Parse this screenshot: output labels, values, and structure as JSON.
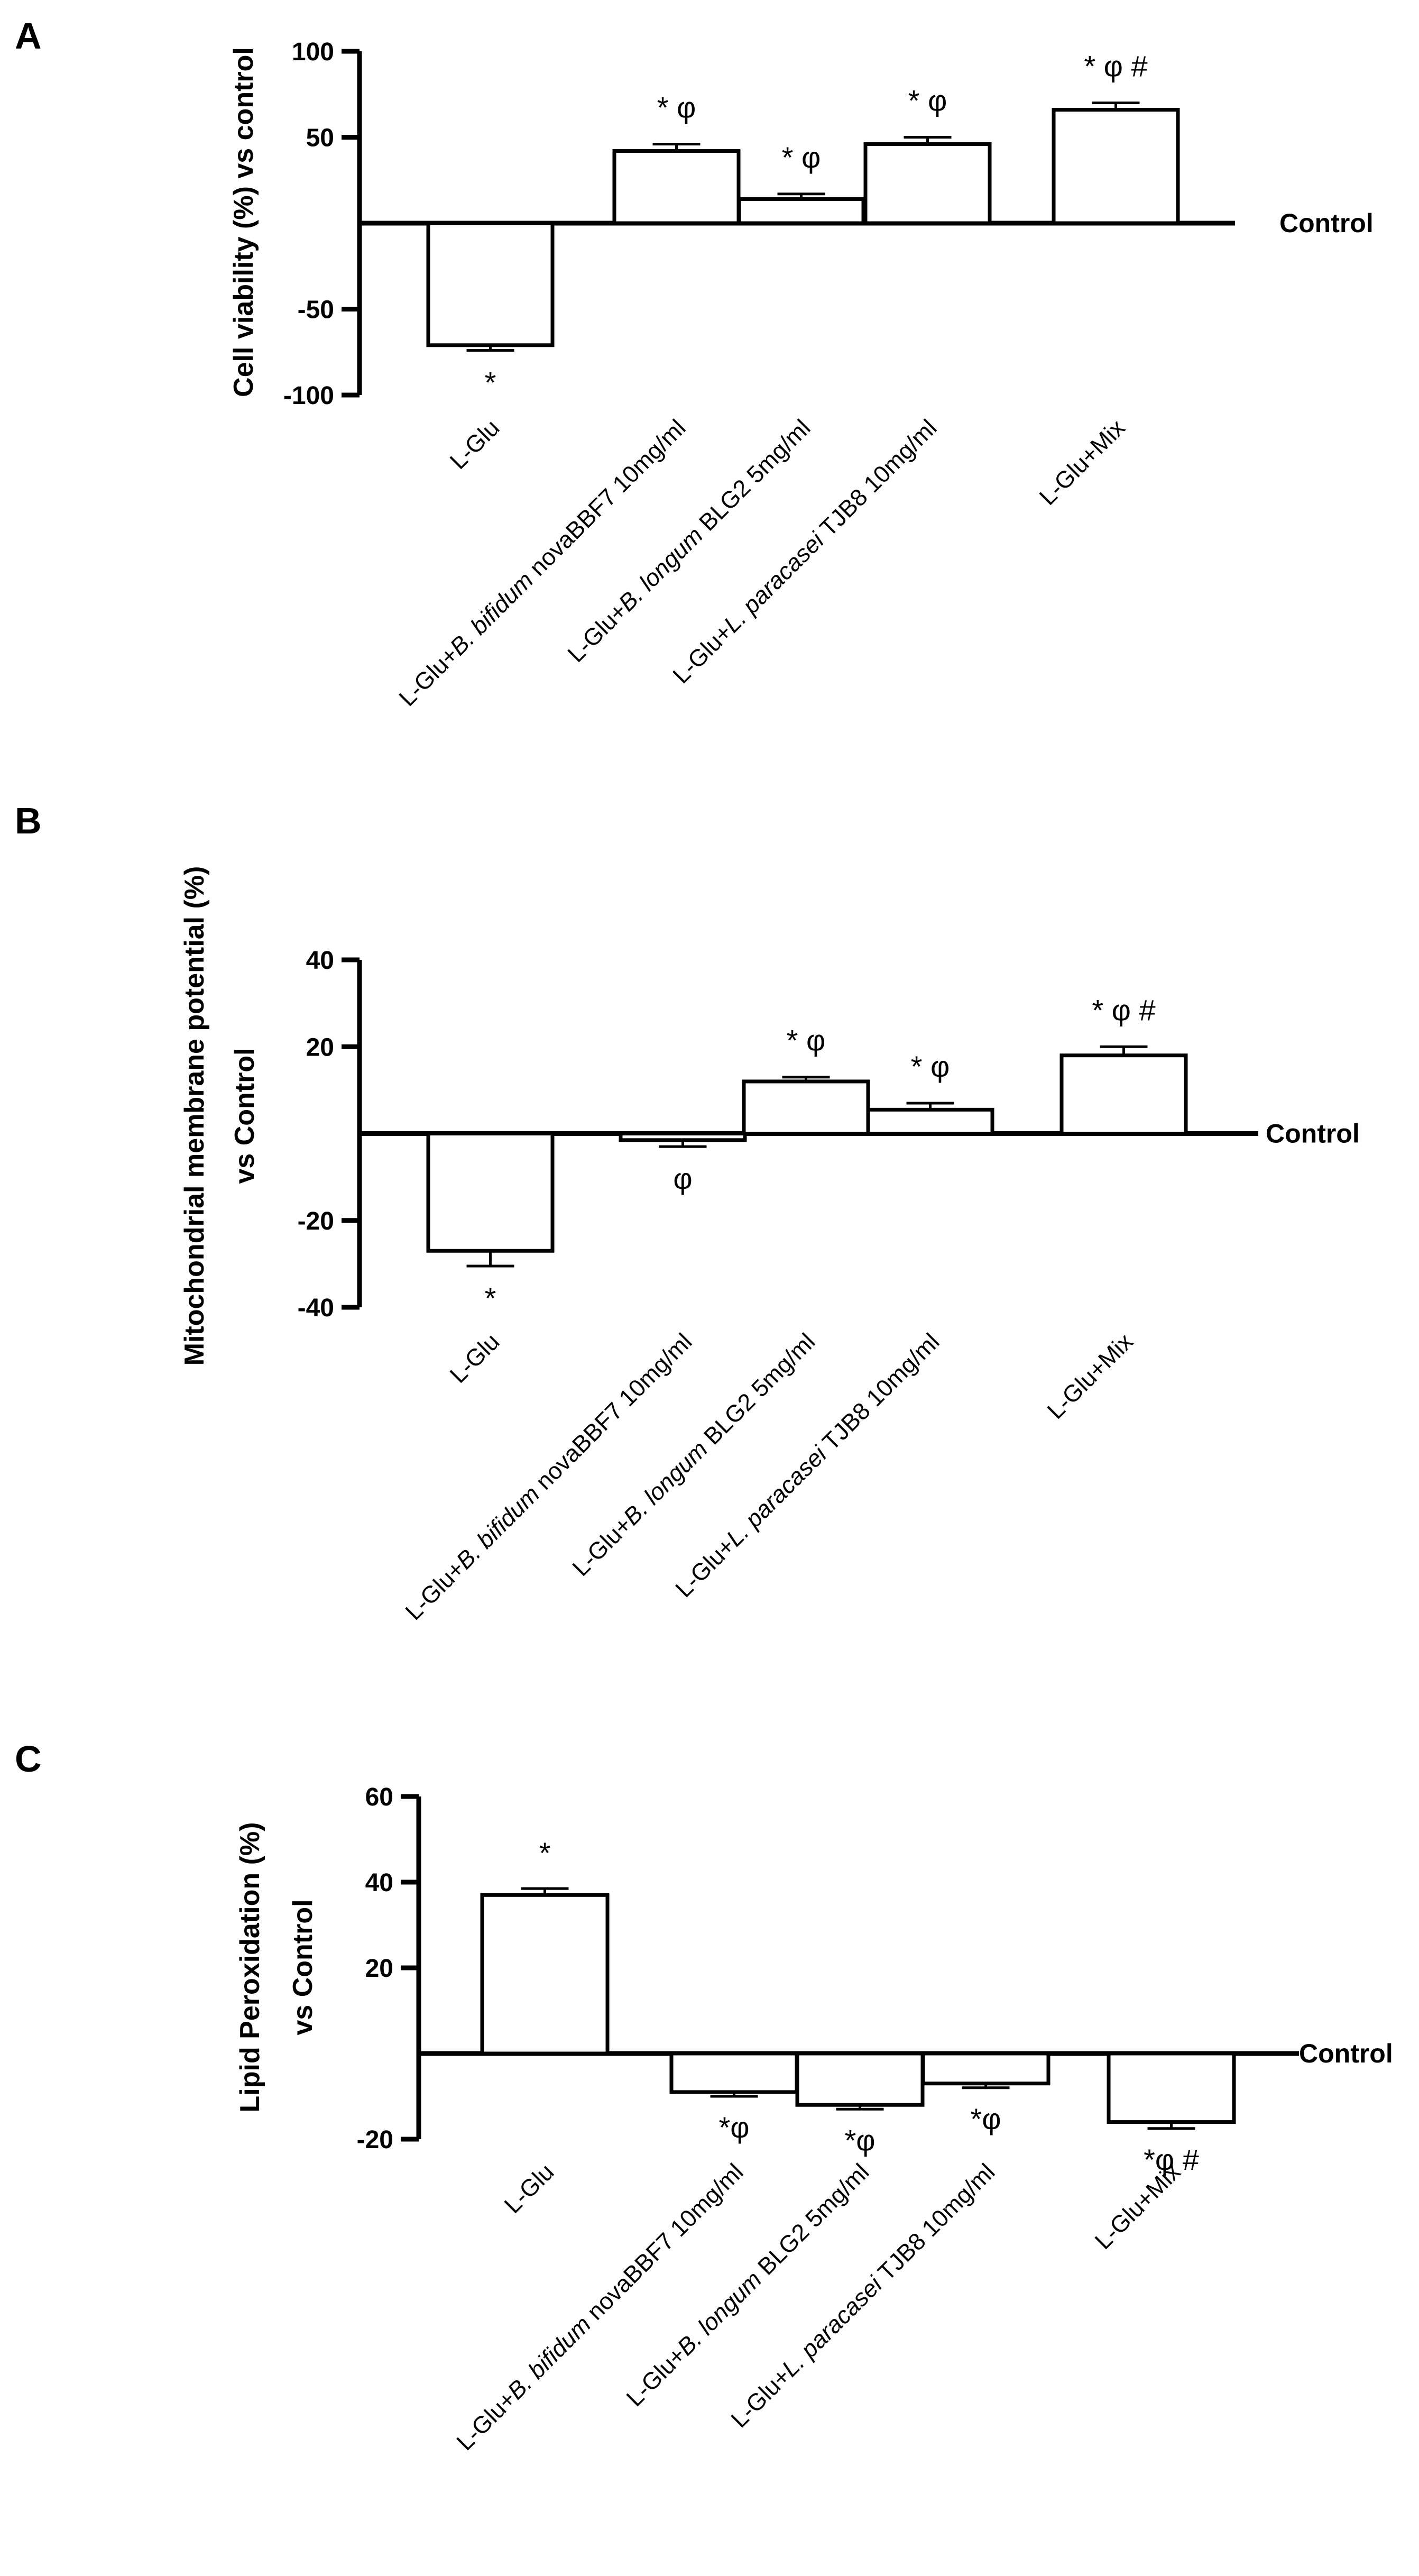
{
  "chart_data": [
    {
      "type": "bar",
      "panel_label": "A",
      "categories": [
        "L-Glu",
        "L-Glu+B. bifidum novaBBF7 10mg/ml",
        "L-Glu+B. longum BLG2 5mg/ml",
        "L-Glu+L. paracasei TJB8 10mg/ml",
        "L-Glu+Mix"
      ],
      "values": [
        -71,
        42,
        14,
        46,
        66
      ],
      "errors": [
        3,
        4,
        3,
        4,
        4
      ],
      "annotations": [
        "*",
        "* φ",
        "* φ",
        "* φ",
        "* φ #"
      ],
      "ylabel": "Cell viability (%) vs control",
      "ylabel_lines": [
        "Cell viability (%) vs control"
      ],
      "yticks": [
        "-100",
        "-50",
        "50",
        "100"
      ],
      "ytick_values": [
        -100,
        -50,
        50,
        100
      ],
      "ylim": [
        -100,
        100
      ],
      "baseline_label": "Control",
      "grid": false
    },
    {
      "type": "bar",
      "panel_label": "B",
      "categories": [
        "L-Glu",
        "L-Glu+B. bifidum novaBBF7 10mg/ml",
        "L-Glu+B. longum BLG2 5mg/ml",
        "L-Glu+L. paracasei TJB8 10mg/ml",
        "L-Glu+Mix"
      ],
      "values": [
        -27,
        -1.5,
        12,
        5.5,
        18
      ],
      "errors": [
        3.5,
        1.5,
        1,
        1.5,
        2
      ],
      "annotations": [
        "*",
        "φ",
        "* φ",
        "* φ",
        "* φ #"
      ],
      "ylabel": "Mitochondrial membrane potential (%) vs Control",
      "ylabel_lines": [
        "Mitochondrial membrane potential (%)",
        "vs Control"
      ],
      "yticks": [
        "-40",
        "-20",
        "20",
        "40"
      ],
      "ytick_values": [
        -40,
        -20,
        20,
        40
      ],
      "ylim": [
        -40,
        40
      ],
      "baseline_label": "Control",
      "grid": false
    },
    {
      "type": "bar",
      "panel_label": "C",
      "categories": [
        "L-Glu",
        "L-Glu+B. bifidum novaBBF7 10mg/ml",
        "L-Glu+B. longum BLG2 5mg/ml",
        "L-Glu+L. paracasei TJB8 10mg/ml",
        "L-Glu+Mix"
      ],
      "values": [
        37,
        -9,
        -12,
        -7,
        -16
      ],
      "errors": [
        1.5,
        1,
        1,
        1,
        1.5
      ],
      "annotations": [
        "*",
        "*φ",
        "*φ",
        "*φ",
        "*φ #"
      ],
      "ylabel": "Lipid Peroxidation (%) vs Control",
      "ylabel_lines": [
        "Lipid Peroxidation (%)",
        "vs Control"
      ],
      "yticks": [
        "-20",
        "20",
        "40",
        "60"
      ],
      "ytick_values": [
        -20,
        20,
        40,
        60
      ],
      "ylim": [
        -20,
        60
      ],
      "baseline_label": "Control",
      "grid": false
    }
  ]
}
